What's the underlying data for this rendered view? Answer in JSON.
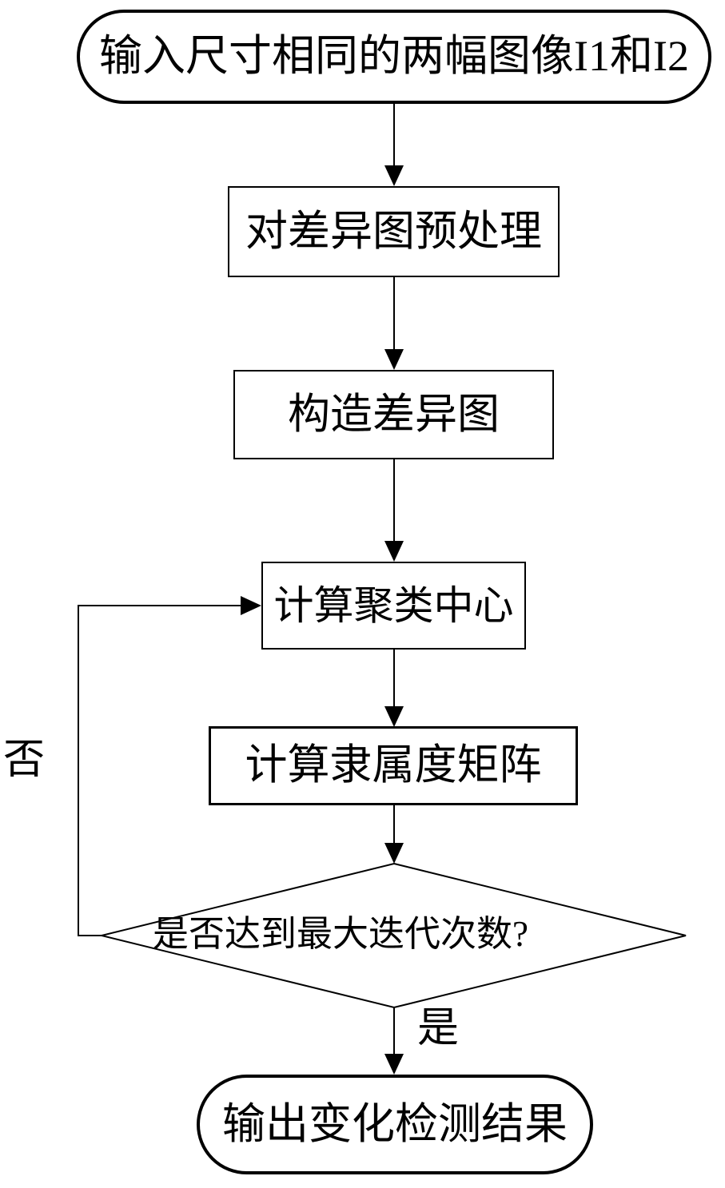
{
  "diagram": {
    "type": "flowchart",
    "nodes": [
      {
        "id": "start",
        "shape": "terminator",
        "label": "输入尺寸相同的两幅图像I1和I2"
      },
      {
        "id": "preprocess",
        "shape": "process",
        "label": "对差异图预处理"
      },
      {
        "id": "construct",
        "shape": "process",
        "label": "构造差异图"
      },
      {
        "id": "centers",
        "shape": "process",
        "label": "计算聚类中心"
      },
      {
        "id": "membership",
        "shape": "process",
        "label": "计算隶属度矩阵"
      },
      {
        "id": "decision",
        "shape": "decision",
        "label": "是否达到最大迭代次数?"
      },
      {
        "id": "output",
        "shape": "terminator",
        "label": "输出变化检测结果"
      }
    ],
    "edge_labels": {
      "no": "否",
      "yes": "是"
    },
    "colors": {
      "stroke": "#000000",
      "fill": "#ffffff",
      "text": "#000000"
    }
  }
}
